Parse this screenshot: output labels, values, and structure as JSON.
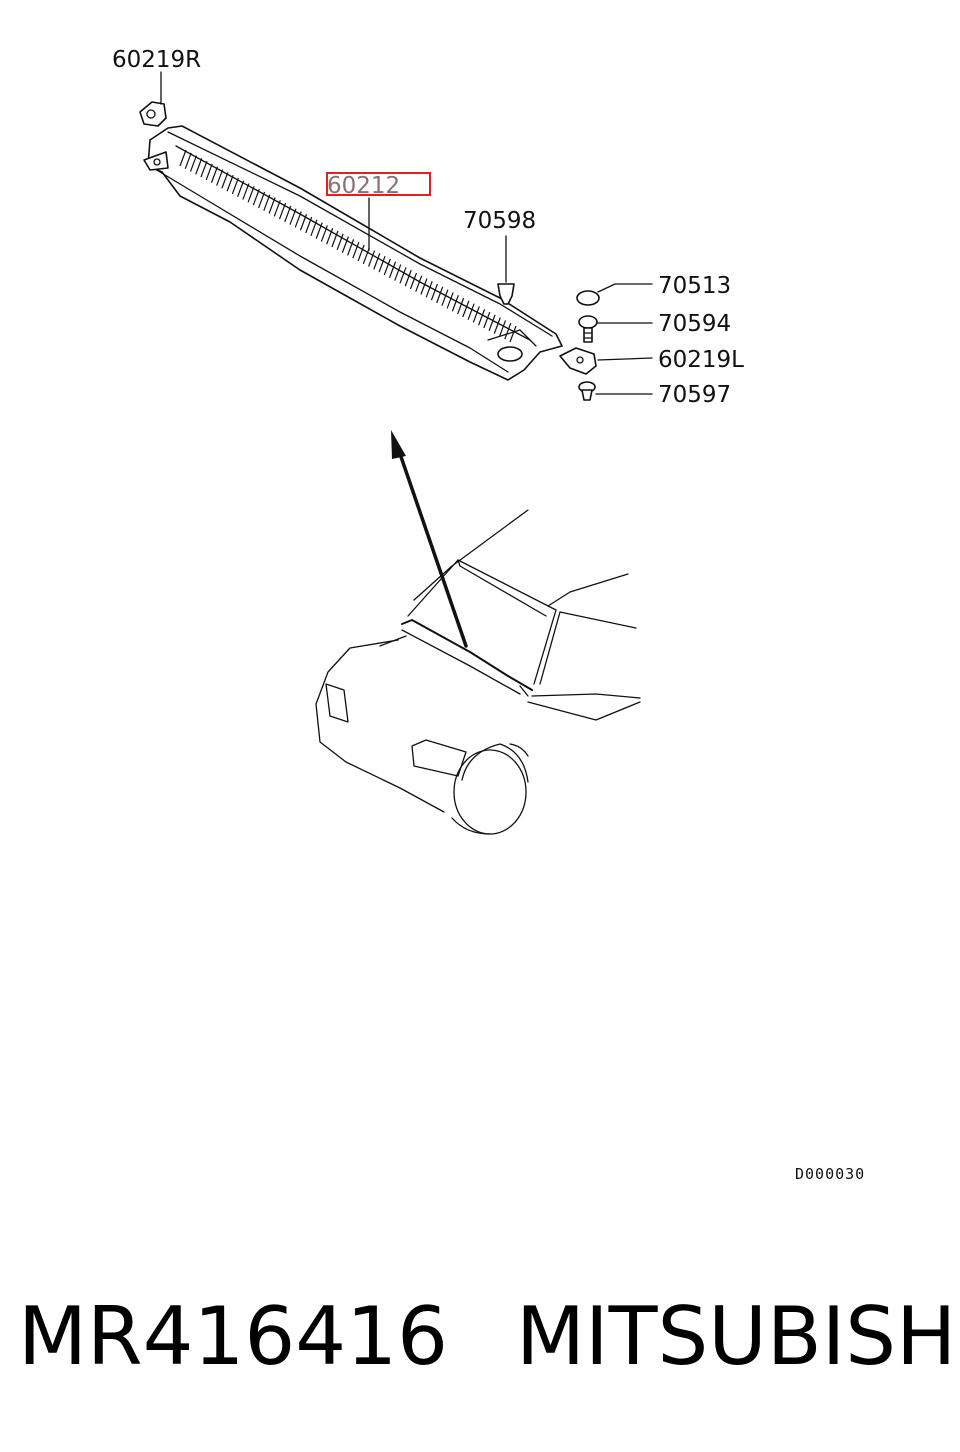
{
  "diagram": {
    "callouts": {
      "bracket_right": "60219R",
      "cowl_panel": "60212",
      "clip_top": "70598",
      "cap": "70513",
      "screw": "70594",
      "bracket_left": "60219L",
      "clip_bottom": "70597"
    },
    "highlighted_part": "60212",
    "diagram_code": "D000030",
    "highlight_color": "#e02020"
  },
  "footer": {
    "part_number": "MR416416",
    "brand": "MITSUBISHI"
  }
}
